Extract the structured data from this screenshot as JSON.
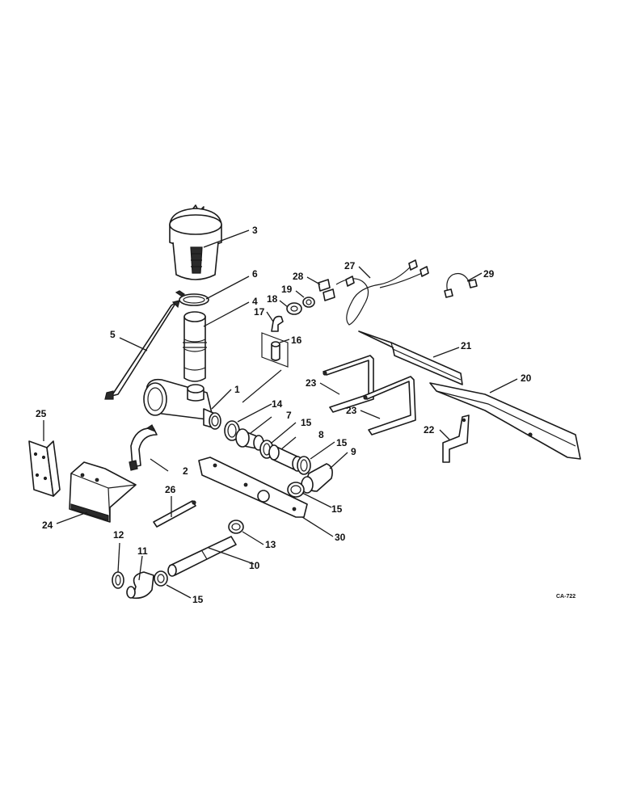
{
  "diagram": {
    "figure_code": "CA-722",
    "callouts": {
      "c1": "1",
      "c2": "2",
      "c3": "3",
      "c4": "4",
      "c5": "5",
      "c6": "6",
      "c7": "7",
      "c8": "8",
      "c9": "9",
      "c10": "10",
      "c11": "11",
      "c12": "12",
      "c13": "13",
      "c14": "14",
      "c15a": "15",
      "c15b": "15",
      "c15c": "15",
      "c15d": "15",
      "c16": "16",
      "c17": "17",
      "c18": "18",
      "c19": "19",
      "c20": "20",
      "c21": "21",
      "c22": "22",
      "c23a": "23",
      "c23b": "23",
      "c24": "24",
      "c25": "25",
      "c26": "26",
      "c27": "27",
      "c28": "28",
      "c29": "29",
      "c30": "30"
    }
  }
}
